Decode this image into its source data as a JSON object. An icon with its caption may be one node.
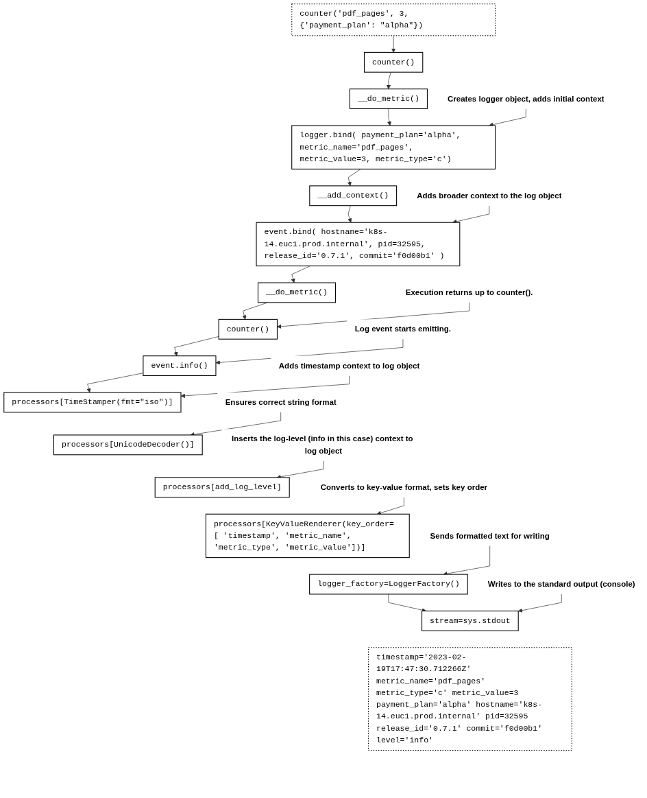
{
  "diagram": {
    "nodes": [
      {
        "text": [
          "counter('pdf_pages', 3, {'payment_plan': \"alpha\"})"
        ]
      },
      {
        "text": [
          "counter()"
        ]
      },
      {
        "text": [
          "__do_metric()"
        ]
      },
      {
        "text": [
          "logger.bind( payment_plan='alpha', metric_name='pdf_pages', metric_value=3, metric_type='c')"
        ]
      },
      {
        "text": [
          "__add_context()"
        ]
      },
      {
        "text": [
          "event.bind( hostname='k8s-14.euc1.prod.internal', pid=32595, release_id='0.7.1', commit='f0d00b1' )"
        ]
      },
      {
        "text": [
          "__do_metric()"
        ]
      },
      {
        "text": [
          "counter()"
        ]
      },
      {
        "text": [
          "event.info()"
        ]
      },
      {
        "text": [
          "processors[TimeStamper(fmt=\"iso\")]"
        ]
      },
      {
        "text": [
          "processors[UnicodeDecoder()]"
        ]
      },
      {
        "text": [
          "processors[add_log_level]"
        ]
      },
      {
        "text": [
          "processors[KeyValueRenderer(key_order=[ 'timestamp', 'metric_name', 'metric_type', 'metric_value'])]"
        ]
      },
      {
        "text": [
          "logger_factory=LoggerFactory()"
        ]
      },
      {
        "text": [
          "stream=sys.stdout"
        ]
      },
      {
        "text": [
          "timestamp='2023-02-19T17:47:30.712266Z' metric_name='pdf_pages' metric_type='c' metric_value=3 payment_plan='alpha' hostname='k8s-14.euc1.prod.internal' pid=32595 release_id='0.7.1' commit='f0d00b1' level='info'"
        ]
      },
      {
        "text": [
          "Creates logger object, adds initial context"
        ]
      },
      {
        "text": [
          "Adds broader context to the log object"
        ]
      },
      {
        "text": [
          "Execution returns up to counter()."
        ]
      },
      {
        "text": [
          "Log event starts emitting."
        ]
      },
      {
        "text": [
          "Adds timestamp context to log object"
        ]
      },
      {
        "text": [
          "Ensures correct string format"
        ]
      },
      {
        "text": [
          "Inserts the log-level (info in this case) context to log object"
        ]
      },
      {
        "text": [
          "Converts to key-value format, sets key order"
        ]
      },
      {
        "text": [
          "Sends formatted text for writing"
        ]
      },
      {
        "text": [
          "Writes to the standard output (console)"
        ]
      }
    ],
    "edges": [
      {
        "from": 0,
        "to": 1,
        "arrow": "to"
      },
      {
        "from": 1,
        "to": 2,
        "arrow": "to"
      },
      {
        "from": 2,
        "to": 3,
        "arrow": "to"
      },
      {
        "from": 3,
        "to": 4,
        "arrow": "to"
      },
      {
        "from": 4,
        "to": 5,
        "arrow": "to"
      },
      {
        "from": 5,
        "to": 6,
        "arrow": "to"
      },
      {
        "from": 6,
        "to": 7,
        "arrow": "to"
      },
      {
        "from": 7,
        "to": 8,
        "arrow": "to"
      },
      {
        "from": 8,
        "to": 9,
        "arrow": "to"
      },
      {
        "from": 13,
        "to": 14,
        "arrow": "to"
      },
      {
        "from": 16,
        "to": 3,
        "arrow": "to"
      },
      {
        "from": 17,
        "to": 5,
        "arrow": "to"
      },
      {
        "from": 18,
        "to": 7,
        "arrow": "to"
      },
      {
        "from": 19,
        "to": 8,
        "arrow": "to"
      },
      {
        "from": 20,
        "to": 9,
        "arrow": "to"
      },
      {
        "from": 21,
        "to": 10,
        "arrow": "to"
      },
      {
        "from": 22,
        "to": 11,
        "arrow": "to"
      },
      {
        "from": 23,
        "to": 12,
        "arrow": "to"
      },
      {
        "from": 24,
        "to": 13,
        "arrow": "to"
      },
      {
        "from": 25,
        "to": 14,
        "arrow": "to"
      }
    ]
  }
}
